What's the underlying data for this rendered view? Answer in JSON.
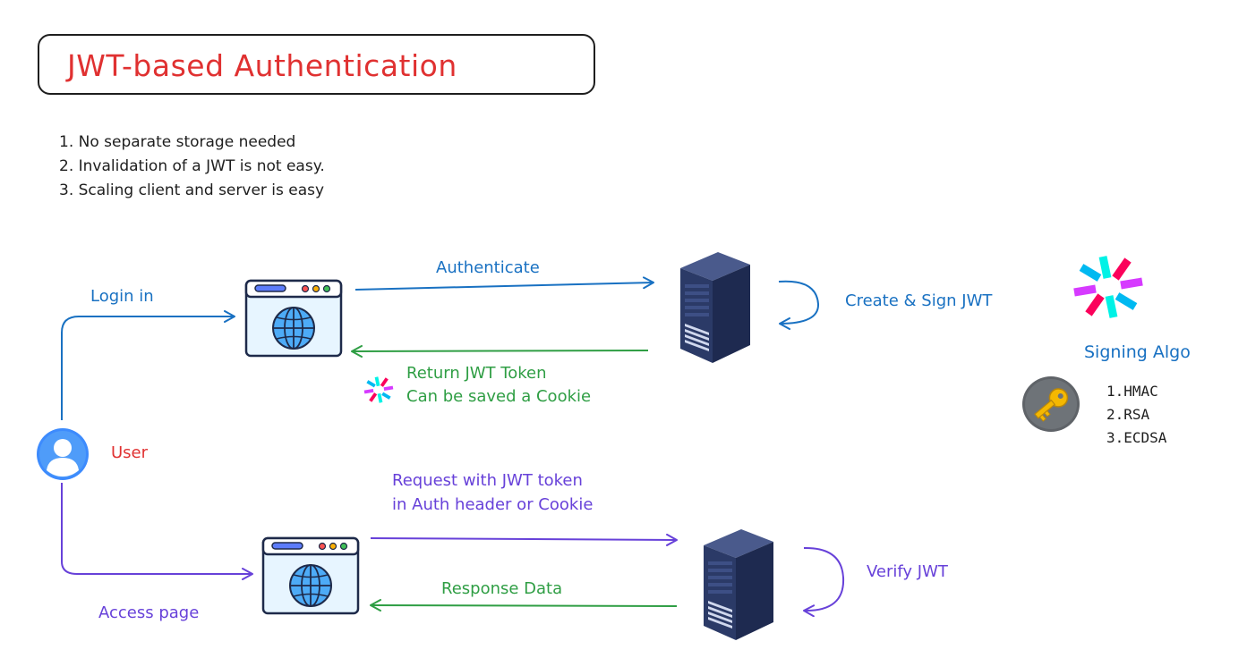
{
  "title": "JWT-based Authentication",
  "notes": [
    "1. No separate storage needed",
    "2. Invalidation of a JWT is not easy.",
    "3. Scaling client and server is easy"
  ],
  "top_flow": {
    "login_label": "Login in",
    "authenticate_label": "Authenticate",
    "create_sign_label": "Create & Sign JWT",
    "return_line1": "Return JWT Token",
    "return_line2": "Can be saved a Cookie"
  },
  "user_label": "User",
  "bottom_flow": {
    "access_label": "Access page",
    "request_line1": "Request with JWT token",
    "request_line2": "in Auth header or Cookie",
    "response_label": "Response Data",
    "verify_label": "Verify JWT"
  },
  "signing": {
    "title": "Signing Algo",
    "algos": [
      "1.HMAC",
      "2.RSA",
      "3.ECDSA"
    ]
  },
  "colors": {
    "blue": "#1971c2",
    "green": "#2f9e44",
    "purple": "#6741d9",
    "red": "#e03131",
    "server": "#2b3a67"
  },
  "icons": [
    "browser-icon",
    "globe-icon",
    "server-icon",
    "user-icon",
    "jwt-logo-icon",
    "key-icon"
  ]
}
